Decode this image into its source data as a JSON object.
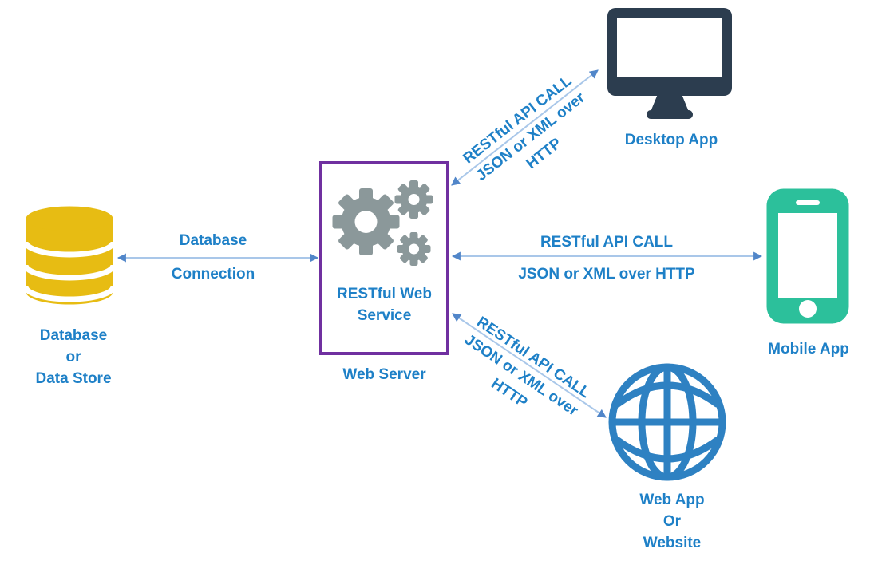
{
  "colors": {
    "background": "#FFFFFF",
    "label_blue": "#1E80C7",
    "arrow_line": "#A9C7E9",
    "arrow_head": "#5186C9",
    "database_yellow": "#E7BC13",
    "server_border_purple": "#7030A0",
    "gear_gray": "#8B989A",
    "desktop_navy": "#2C3D4F",
    "mobile_teal": "#2CC09B",
    "globe_blue": "#2E81C2"
  },
  "nodes": {
    "database": {
      "icon": "database-cylinder-icon",
      "label_lines": [
        "Database",
        "or",
        "Data Store"
      ]
    },
    "web_server": {
      "icon": "gears-icon",
      "box_label_lines": [
        "RESTful",
        "Web",
        "Service"
      ],
      "caption": "Web Server"
    },
    "desktop": {
      "icon": "desktop-monitor-icon",
      "label": "Desktop App"
    },
    "mobile": {
      "icon": "mobile-phone-icon",
      "label": "Mobile App"
    },
    "web": {
      "icon": "globe-icon",
      "label_lines": [
        "Web App",
        "Or",
        "Website"
      ]
    }
  },
  "connections": {
    "database_link": {
      "label_lines": [
        "Database",
        "Connection"
      ]
    },
    "desktop_link": {
      "label_lines": [
        "RESTful API CALL",
        "JSON or XML over",
        "HTTP"
      ]
    },
    "mobile_link": {
      "label_lines": [
        "RESTful API CALL",
        "JSON or XML over HTTP"
      ]
    },
    "web_link": {
      "label_lines": [
        "RESTful API CALL",
        "JSON or XML over",
        "HTTP"
      ]
    }
  }
}
